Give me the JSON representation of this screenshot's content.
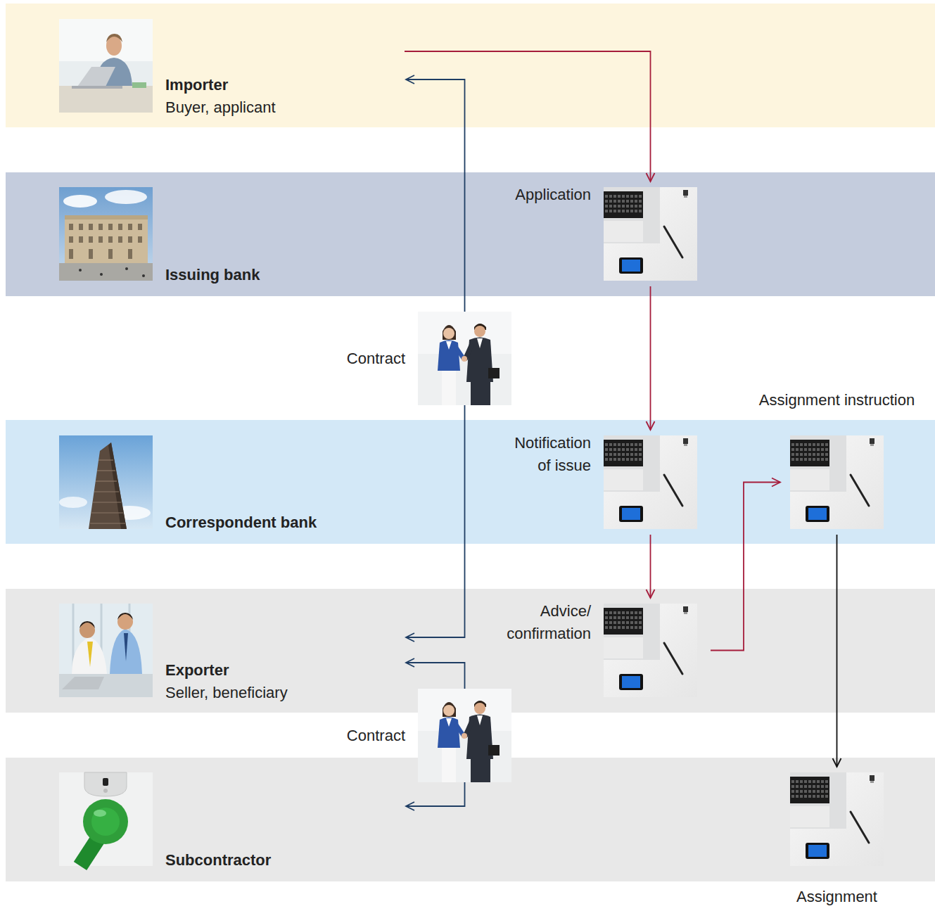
{
  "diagram": {
    "nodes": [
      {
        "text": [
          "Importer",
          "Buyer, applicant"
        ]
      },
      {
        "text": [
          "Issuing bank"
        ]
      },
      {
        "text": [
          "Application"
        ],
        "in": 1
      },
      {
        "text": [
          "Contract"
        ]
      },
      {
        "text": [
          "Correspondent bank"
        ]
      },
      {
        "text": [
          "Notification of issue"
        ],
        "in": 4
      },
      {
        "text": [
          "Assignment instruction"
        ],
        "in": 4
      },
      {
        "text": [
          "Exporter",
          "Seller, beneficiary"
        ]
      },
      {
        "text": [
          "Advice/ confirmation"
        ],
        "in": 7
      },
      {
        "text": [
          "Contract"
        ]
      },
      {
        "text": [
          "Subcontractor"
        ]
      },
      {
        "text": [
          "Assignment"
        ],
        "in": 10
      }
    ],
    "edges": [
      {
        "from": 0,
        "to": 2,
        "arrow": "to"
      },
      {
        "from": 2,
        "to": 5,
        "arrow": "to"
      },
      {
        "from": 5,
        "to": 8,
        "arrow": "to"
      },
      {
        "from": 8,
        "to": 6,
        "arrow": "to"
      },
      {
        "from": 6,
        "to": 11,
        "arrow": "to"
      },
      {
        "from": 3,
        "to": 0,
        "arrow": "to"
      },
      {
        "from": 3,
        "to": 7,
        "arrow": "to"
      },
      {
        "from": 9,
        "to": 7,
        "arrow": "to"
      },
      {
        "from": 9,
        "to": 10,
        "arrow": "to"
      }
    ]
  }
}
